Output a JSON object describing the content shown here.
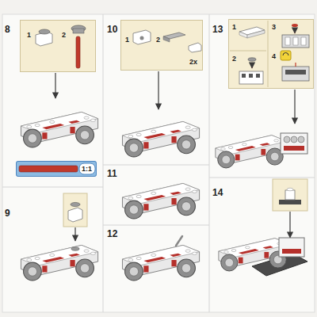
{
  "diagram": {
    "nodes": [
      {
        "text": [
          "1",
          "2"
        ]
      },
      {
        "text": [
          "1",
          "2",
          "2x"
        ]
      },
      {
        "text": [
          "1",
          "2",
          "3",
          "4"
        ]
      },
      {
        "text": [
          "1:1"
        ]
      }
    ],
    "labels": [
      "8",
      "9",
      "10",
      "11",
      "12",
      "13",
      "14"
    ]
  }
}
